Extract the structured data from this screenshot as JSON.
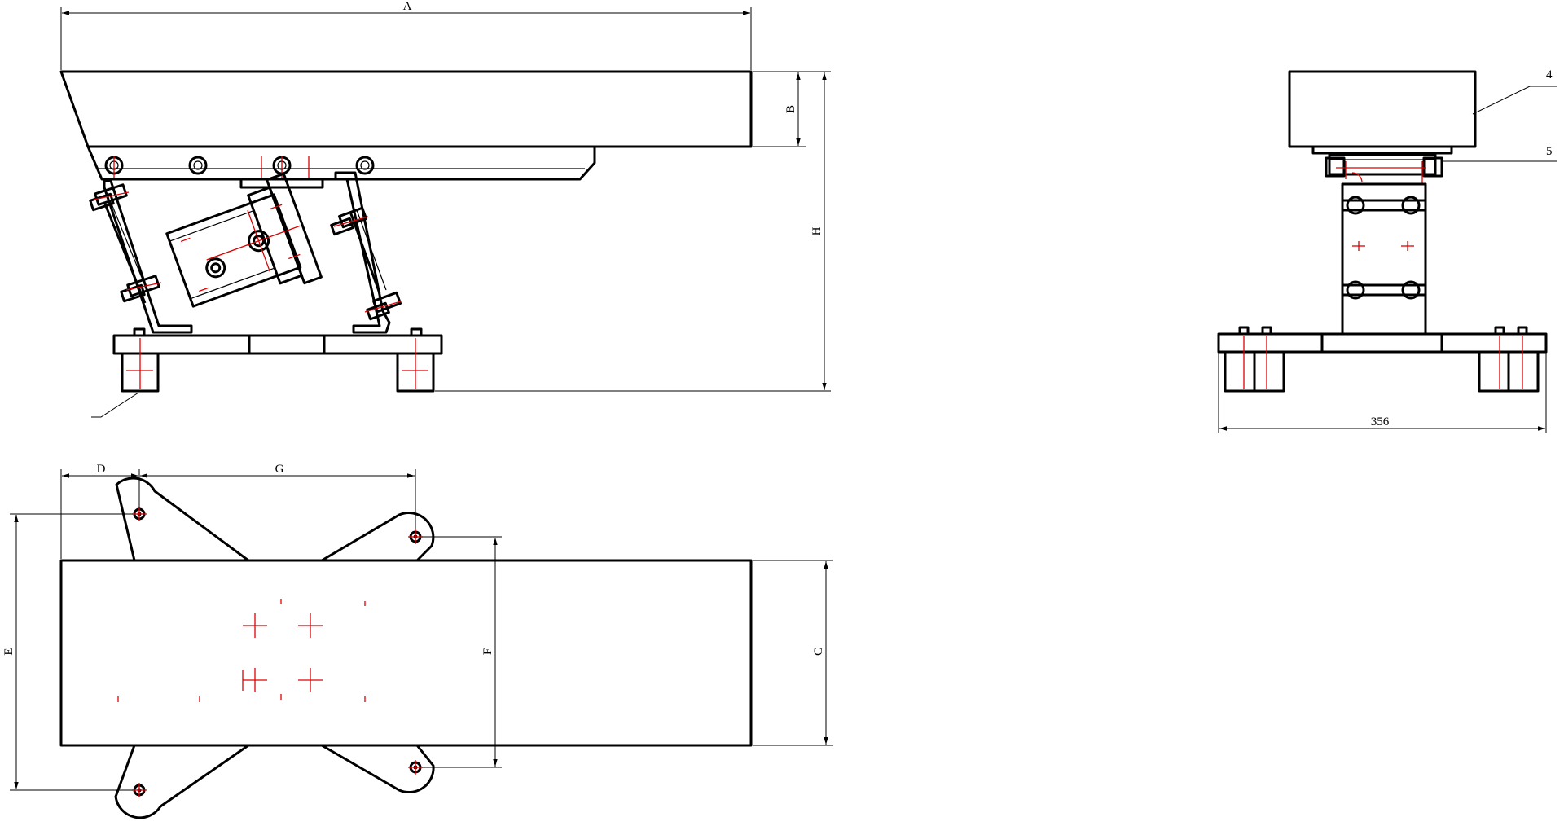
{
  "drawing": {
    "labels": {
      "A": "A",
      "B": "B",
      "H": "H",
      "D": "D",
      "G": "G",
      "E": "E",
      "F": "F",
      "C": "C",
      "part_4": "4",
      "part_5": "5",
      "width_356": "356"
    },
    "colors": {
      "line": "#000000",
      "centerline": "#e00000",
      "background": "#ffffff"
    }
  }
}
